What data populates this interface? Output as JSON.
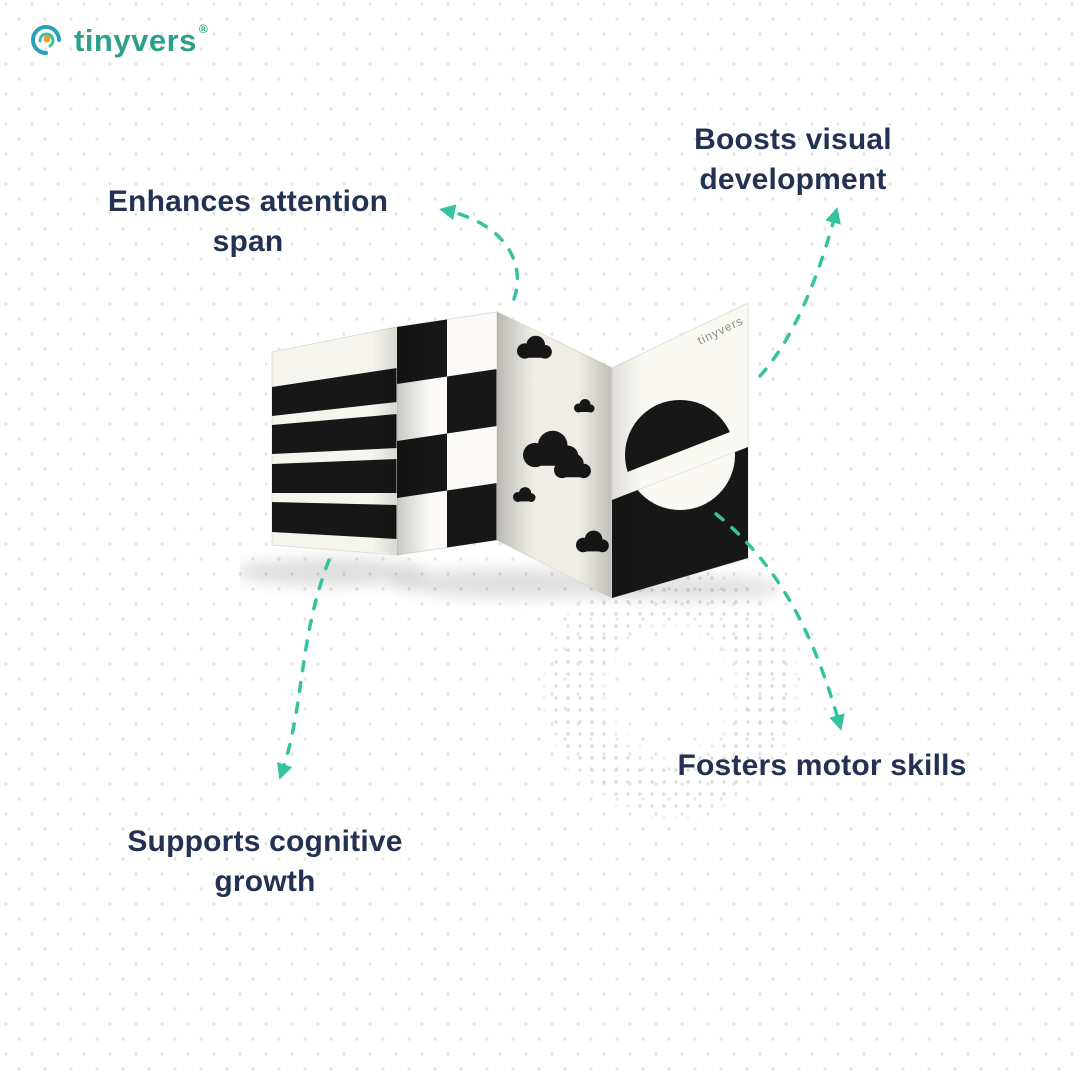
{
  "brand": {
    "wordmark": "tinyvers",
    "registered_mark": "®"
  },
  "benefits": {
    "top_left": "Enhances attention span",
    "top_right": "Boosts visual development",
    "bottom_left": "Supports cognitive growth",
    "bottom_right": "Fosters motor skills"
  },
  "product": {
    "type": "high-contrast accordion fold-out card",
    "printed_logo": "tinyvers",
    "panel_patterns": [
      "stripes",
      "checkerboard",
      "clouds",
      "split-circle"
    ]
  },
  "colors": {
    "arrow_teal": "#35c2a0",
    "heading_navy": "#233252",
    "logo_green": "#2ca08a",
    "card_black": "#171717",
    "card_white": "#faf9f4"
  }
}
